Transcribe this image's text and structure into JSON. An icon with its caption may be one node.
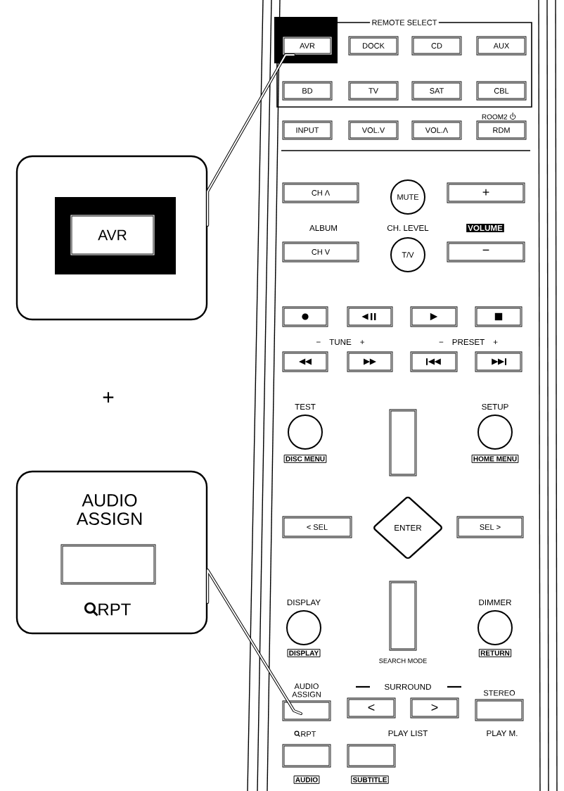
{
  "diagram": {
    "nodes": [
      {
        "text": [
          "AVR"
        ]
      },
      {
        "text": [
          "AUDIO ASSIGN",
          "RPT"
        ]
      },
      {
        "text": [
          "REMOTE SELECT"
        ]
      },
      {
        "text": [
          "AVR"
        ],
        "in": 2
      },
      {
        "text": [
          "DOCK"
        ],
        "in": 2
      },
      {
        "text": [
          "CD"
        ],
        "in": 2
      },
      {
        "text": [
          "AUX"
        ],
        "in": 2
      },
      {
        "text": [
          "BD"
        ],
        "in": 2
      },
      {
        "text": [
          "TV"
        ],
        "in": 2
      },
      {
        "text": [
          "SAT"
        ],
        "in": 2
      },
      {
        "text": [
          "CBL"
        ],
        "in": 2
      },
      {
        "text": [
          "INPUT"
        ]
      },
      {
        "text": [
          "VOL.V"
        ]
      },
      {
        "text": [
          "VOL.Λ"
        ]
      },
      {
        "text": [
          "RDM"
        ],
        "beside": [
          "ROOM2"
        ]
      },
      {
        "text": [
          "CH Λ"
        ]
      },
      {
        "text": [
          "MUTE"
        ]
      },
      {
        "text": [
          "+"
        ]
      },
      {
        "text": [
          "VOLUME"
        ]
      },
      {
        "text": [
          "CH V"
        ]
      },
      {
        "text": [
          "T/V"
        ]
      },
      {
        "text": [
          "−"
        ]
      },
      {
        "text": [],
        "shape": "box"
      },
      {
        "text": [],
        "shape": "box"
      },
      {
        "text": [],
        "shape": "box"
      },
      {
        "text": [],
        "shape": "box"
      },
      {
        "text": [],
        "shape": "box"
      },
      {
        "text": [],
        "shape": "box"
      },
      {
        "text": [],
        "shape": "box"
      },
      {
        "text": [],
        "shape": "box"
      },
      {
        "text": [
          "TEST"
        ]
      },
      {
        "text": [
          "DISC MENU"
        ]
      },
      {
        "text": [],
        "shape": "box"
      },
      {
        "text": [
          "SETUP"
        ]
      },
      {
        "text": [
          "HOME MENU"
        ]
      },
      {
        "text": [
          "< SEL"
        ]
      },
      {
        "text": [
          "ENTER"
        ]
      },
      {
        "text": [
          "SEL >"
        ]
      },
      {
        "text": [
          "DISPLAY"
        ]
      },
      {
        "text": [
          "DISPLAY"
        ]
      },
      {
        "text": [
          "SEARCH MODE"
        ]
      },
      {
        "text": [
          "DIMMER"
        ]
      },
      {
        "text": [
          "RETURN"
        ]
      },
      {
        "text": [
          "AUDIO ASSIGN",
          "RPT"
        ]
      },
      {
        "text": [
          "<"
        ]
      },
      {
        "text": [
          ">"
        ]
      },
      {
        "text": [
          "STEREO",
          "PLAY M."
        ]
      },
      {
        "text": [],
        "shape": "box"
      },
      {
        "text": [],
        "shape": "box"
      },
      {
        "text": [
          "AUDIO"
        ]
      },
      {
        "text": [
          "SUBTITLE"
        ]
      }
    ],
    "edges": [
      {
        "from": 0,
        "to": 3,
        "arrow": "none"
      },
      {
        "from": 1,
        "to": 43,
        "arrow": "none"
      }
    ],
    "labels": [
      "ALBUM",
      "CH. LEVEL",
      "− TUNE +",
      "− PRESET +",
      "+",
      "SURROUND",
      "PLAY LIST"
    ]
  }
}
